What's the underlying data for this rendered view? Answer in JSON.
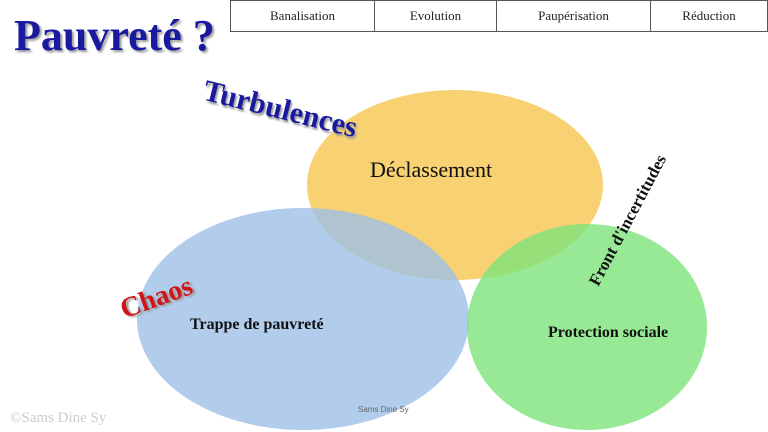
{
  "table": {
    "columns": [
      "Banalisation",
      "Evolution",
      "Paupérisation",
      "Réduction"
    ]
  },
  "title": "Pauvreté ?",
  "labels": {
    "turbulences": "Turbulences",
    "chaos": "Chaos",
    "front": "Front d'incertitudes"
  },
  "circles": {
    "declassement": "Déclassement",
    "trappe": "Trappe de pauvreté",
    "protection": "Protection sociale"
  },
  "colors": {
    "yellow": "#f6cc63",
    "blue": "#9dc1e6",
    "green": "#7ee37a"
  },
  "footer": {
    "watermark": "©Sams Dine Sy",
    "caption": "Sams Dine Sy"
  }
}
